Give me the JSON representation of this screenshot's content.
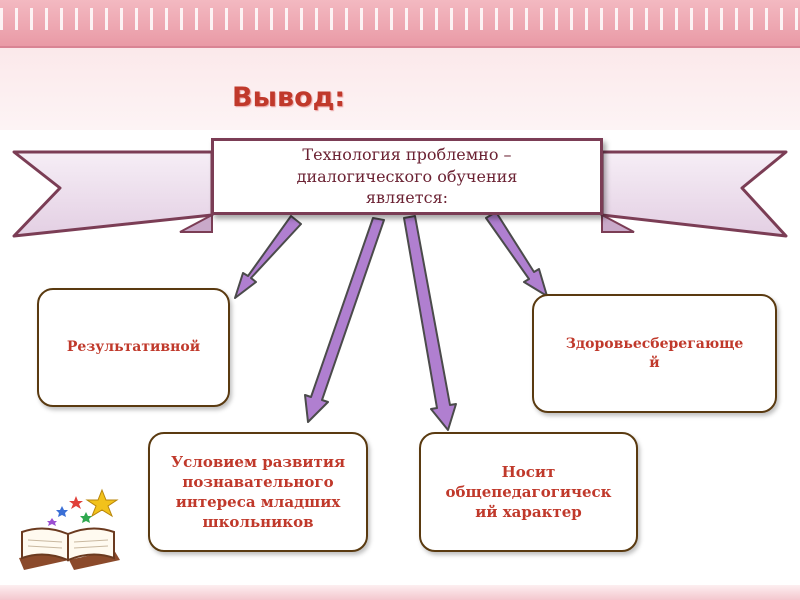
{
  "slide": {
    "title": "Вывод:",
    "center": {
      "line1": "Технология проблемно –",
      "line2": "диалогического обучения",
      "line3": "является:"
    },
    "nodes": {
      "results": "Результативной",
      "health_line1": "Здоровьесберегающе",
      "health_line2": "й",
      "condition_line1": "Условием развития",
      "condition_line2": "познавательного",
      "condition_line3": "интереса младших",
      "condition_line4": "школьников",
      "general_line1": "Носит",
      "general_line2": "общепедагогическ",
      "general_line3": "ий характер"
    }
  },
  "colors": {
    "title": "#c0392b",
    "node_text": "#c0392b",
    "center_text": "#6b2233",
    "arrow_fill": "#b07fd0",
    "arrow_stroke": "#4b4b4b",
    "ribbon_fill": "#efe2ef",
    "ribbon_stroke": "#7b3d55"
  },
  "icons": {
    "book": "open-book-with-stars-icon"
  }
}
